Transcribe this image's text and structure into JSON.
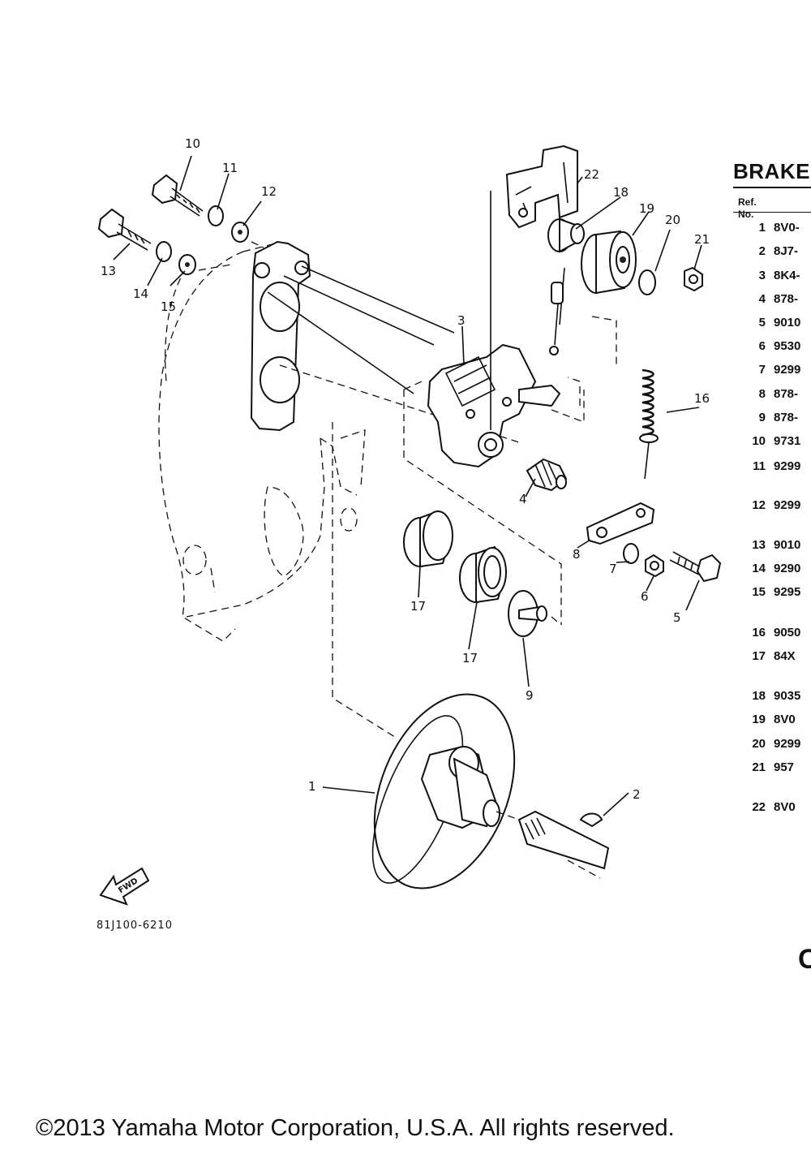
{
  "table": {
    "title": "BRAKE",
    "ref_header_line1": "Ref.",
    "ref_header_line2": "No.",
    "rows": [
      {
        "ref": "1",
        "part": "8V0-"
      },
      {
        "ref": "2",
        "part": "8J7-"
      },
      {
        "ref": "3",
        "part": "8K4-"
      },
      {
        "ref": "4",
        "part": "878-"
      },
      {
        "ref": "5",
        "part": "9010"
      },
      {
        "ref": "6",
        "part": "9530"
      },
      {
        "ref": "7",
        "part": "9299"
      },
      {
        "ref": "8",
        "part": "878-"
      },
      {
        "ref": "9",
        "part": "878-"
      },
      {
        "ref": "10",
        "part": "9731"
      },
      {
        "ref": "11",
        "part": "9299"
      },
      {
        "ref": "12",
        "part": "9299"
      },
      {
        "ref": "13",
        "part": "9010"
      },
      {
        "ref": "14",
        "part": "9290"
      },
      {
        "ref": "15",
        "part": "9295"
      },
      {
        "ref": "16",
        "part": "9050"
      },
      {
        "ref": "17",
        "part": "84X"
      },
      {
        "ref": "18",
        "part": "9035"
      },
      {
        "ref": "19",
        "part": "8V0"
      },
      {
        "ref": "20",
        "part": "9299"
      },
      {
        "ref": "21",
        "part": "957"
      },
      {
        "ref": "22",
        "part": "8V0"
      }
    ],
    "stray_letter": "C"
  },
  "diagram": {
    "callouts": [
      "1",
      "2",
      "3",
      "4",
      "5",
      "6",
      "7",
      "8",
      "9",
      "10",
      "11",
      "12",
      "13",
      "14",
      "15",
      "16",
      "17",
      "17",
      "18",
      "19",
      "20",
      "21",
      "22"
    ],
    "fwd_label": "FWD",
    "catalog_number": "81J100-6210"
  },
  "footer": {
    "copyright": "©2013 Yamaha Motor Corporation, U.S.A. All rights reserved."
  }
}
